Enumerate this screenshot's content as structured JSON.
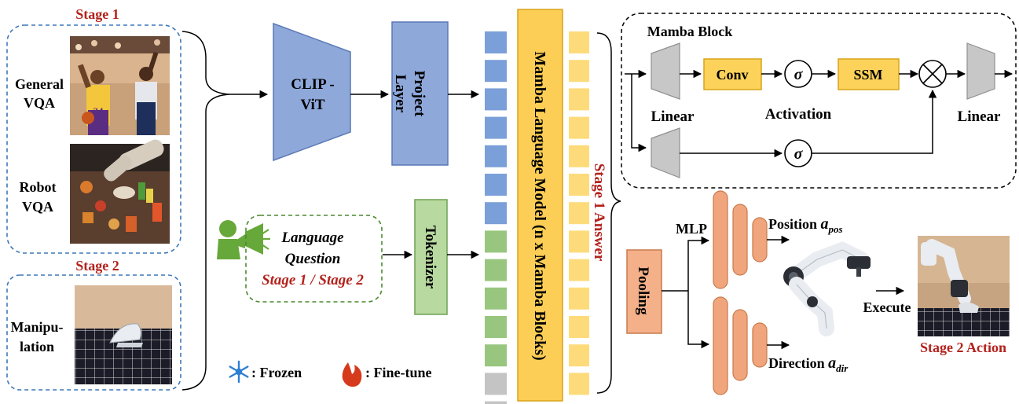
{
  "labels": {
    "stage1": "Stage 1",
    "stage2": "Stage 2",
    "general_vqa_line1": "General",
    "general_vqa_line2": "VQA",
    "robot_vqa_line1": "Robot",
    "robot_vqa_line2": "VQA",
    "manipulation_line1": "Manipu-",
    "manipulation_line2": "lation",
    "clip_vit_line1": "CLIP -",
    "clip_vit_line2": "ViT",
    "project_layer_line1": "Project",
    "project_layer_line2": "Layer",
    "tokenizer": "Tokenizer",
    "language_model": "Mamba Language Model (n x Mamba Blocks)",
    "stage1_answer": "Stage 1 Answer",
    "language_question_line1": "Language",
    "language_question_line2": "Question",
    "stage_switch": "Stage 1 / Stage 2",
    "frozen": ": Frozen",
    "finetune": ": Fine-tune",
    "mamba_block": "Mamba Block",
    "conv": "Conv",
    "ssm": "SSM",
    "sigma": "σ",
    "linear_left": "Linear",
    "activation": "Activation",
    "linear_right": "Linear",
    "pooling": "Pooling",
    "mlp": "MLP",
    "position_prefix": "Position ",
    "position_symbol": "a",
    "position_sub": "pos",
    "direction_prefix": "Direction ",
    "direction_symbol": "a",
    "direction_sub": "dir",
    "execute": "Execute",
    "stage2_action": "Stage 2 Action"
  },
  "tokens": {
    "image_tokens": 7,
    "text_tokens": 5,
    "padding_tokens": 2,
    "answer_tokens": 13
  },
  "icons": {
    "frozen": "snowflake-icon",
    "finetune": "flame-icon",
    "speaker": "speaker-megaphone-icon",
    "multiply": "multiply-circle-icon"
  },
  "colors": {
    "stage_red": "#b3221c",
    "clip_blue": "#8ea8da",
    "token_blue": "#7b9fd8",
    "token_green": "#98c67e",
    "token_gray": "#c4c4c4",
    "token_yellow": "#fedb7a",
    "lm_yellow": "#fdce56",
    "tokenizer_green": "#b8d9a0",
    "pooling_orange": "#f4b089",
    "mlp_orange": "#f1a57d",
    "block_yellow": "#fdd25a",
    "linear_gray": "#c7c7c7",
    "speaker_green": "#67a83a",
    "snow_blue": "#2e7fd3",
    "flame_red": "#d63a1c",
    "dash_blue": "#3d78b8",
    "dash_green": "#4a8a2e"
  }
}
